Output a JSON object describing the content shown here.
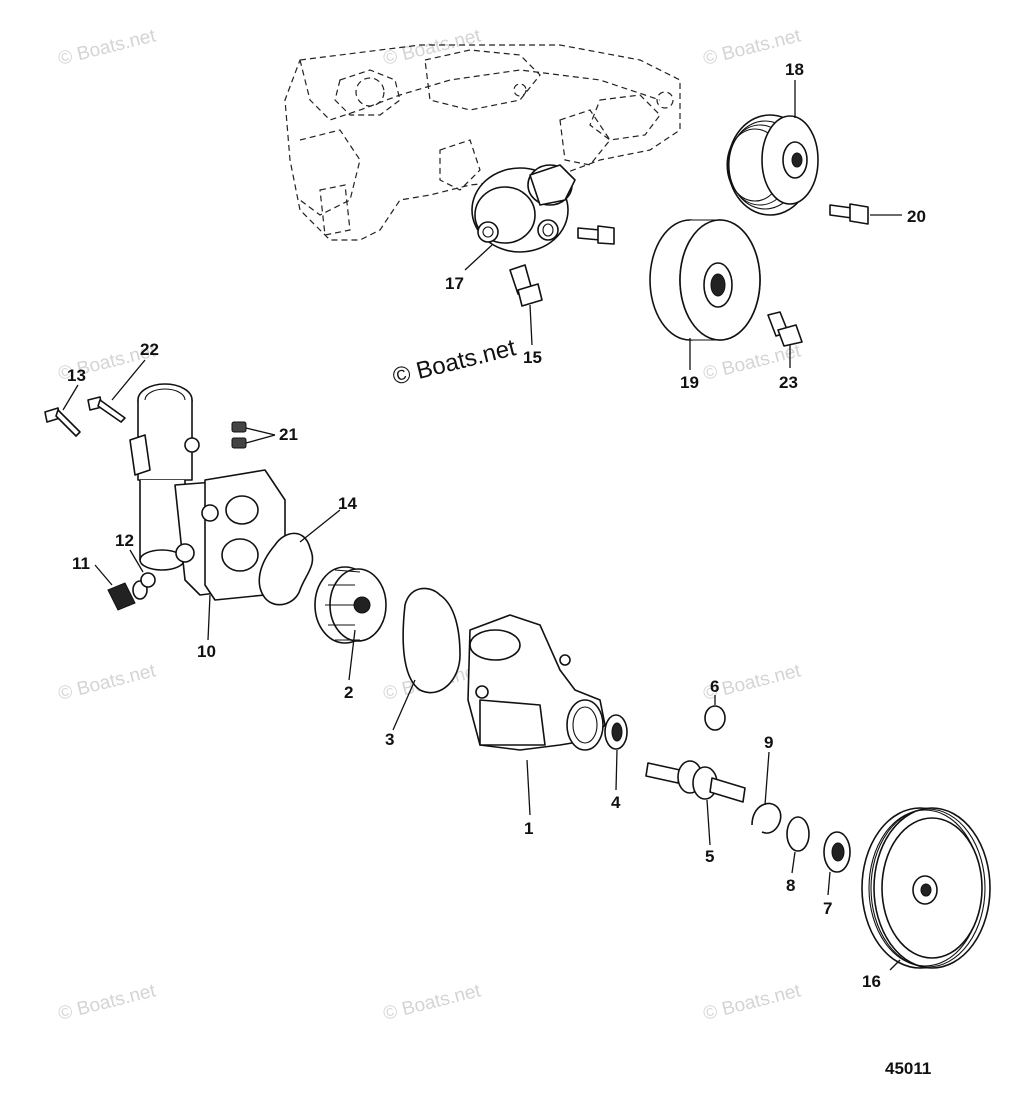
{
  "watermark": {
    "text": "© Boats.net",
    "main_text": "© Boats.net"
  },
  "diagram_id": "45011",
  "callouts": [
    {
      "id": "c1",
      "label": "1"
    },
    {
      "id": "c2",
      "label": "2"
    },
    {
      "id": "c3",
      "label": "3"
    },
    {
      "id": "c4",
      "label": "4"
    },
    {
      "id": "c5",
      "label": "5"
    },
    {
      "id": "c6",
      "label": "6"
    },
    {
      "id": "c7",
      "label": "7"
    },
    {
      "id": "c8",
      "label": "8"
    },
    {
      "id": "c9",
      "label": "9"
    },
    {
      "id": "c10",
      "label": "10"
    },
    {
      "id": "c11",
      "label": "11"
    },
    {
      "id": "c12",
      "label": "12"
    },
    {
      "id": "c13",
      "label": "13"
    },
    {
      "id": "c14",
      "label": "14"
    },
    {
      "id": "c15",
      "label": "15"
    },
    {
      "id": "c16",
      "label": "16"
    },
    {
      "id": "c17",
      "label": "17"
    },
    {
      "id": "c18",
      "label": "18"
    },
    {
      "id": "c19",
      "label": "19"
    },
    {
      "id": "c20",
      "label": "20"
    },
    {
      "id": "c21",
      "label": "21"
    },
    {
      "id": "c22",
      "label": "22"
    },
    {
      "id": "c23",
      "label": "23"
    }
  ]
}
